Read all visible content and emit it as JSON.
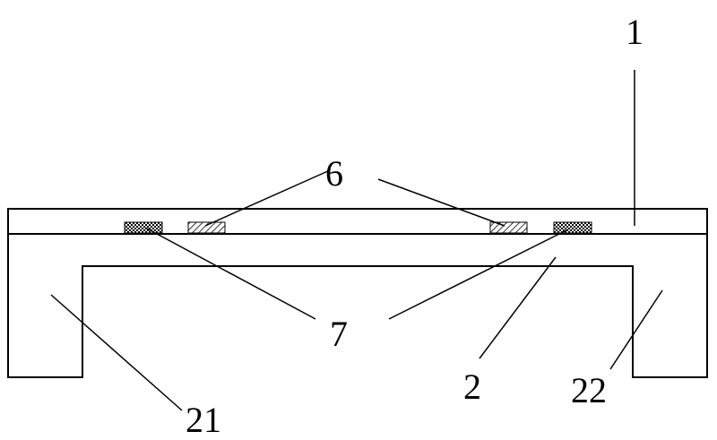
{
  "labels": {
    "l1": "1",
    "l2": "2",
    "l6": "6",
    "l7": "7",
    "l21": "21",
    "l22": "22"
  }
}
